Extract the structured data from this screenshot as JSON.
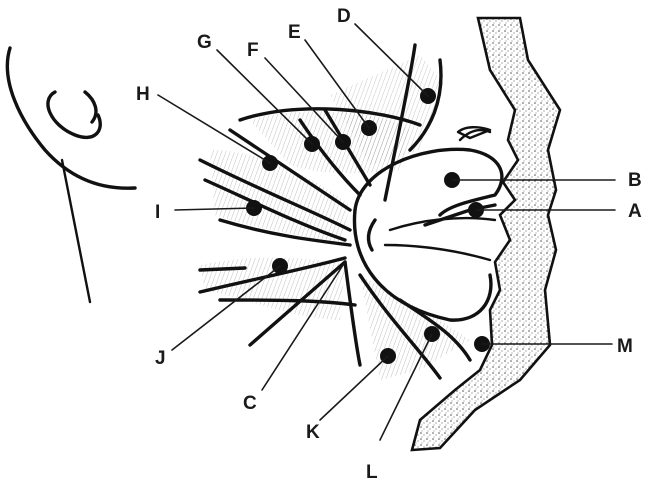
{
  "diagram": {
    "labels": [
      {
        "key": "A",
        "text": "A"
      },
      {
        "key": "B",
        "text": "B"
      },
      {
        "key": "C",
        "text": "C"
      },
      {
        "key": "D",
        "text": "D"
      },
      {
        "key": "E",
        "text": "E"
      },
      {
        "key": "F",
        "text": "F"
      },
      {
        "key": "G",
        "text": "G"
      },
      {
        "key": "H",
        "text": "H"
      },
      {
        "key": "I",
        "text": "I"
      },
      {
        "key": "J",
        "text": "J"
      },
      {
        "key": "K",
        "text": "K"
      },
      {
        "key": "L",
        "text": "L"
      },
      {
        "key": "M",
        "text": "M"
      }
    ]
  },
  "colors": {
    "ink": "#111111",
    "skin_stipple": "#555555",
    "background": "#ffffff"
  }
}
